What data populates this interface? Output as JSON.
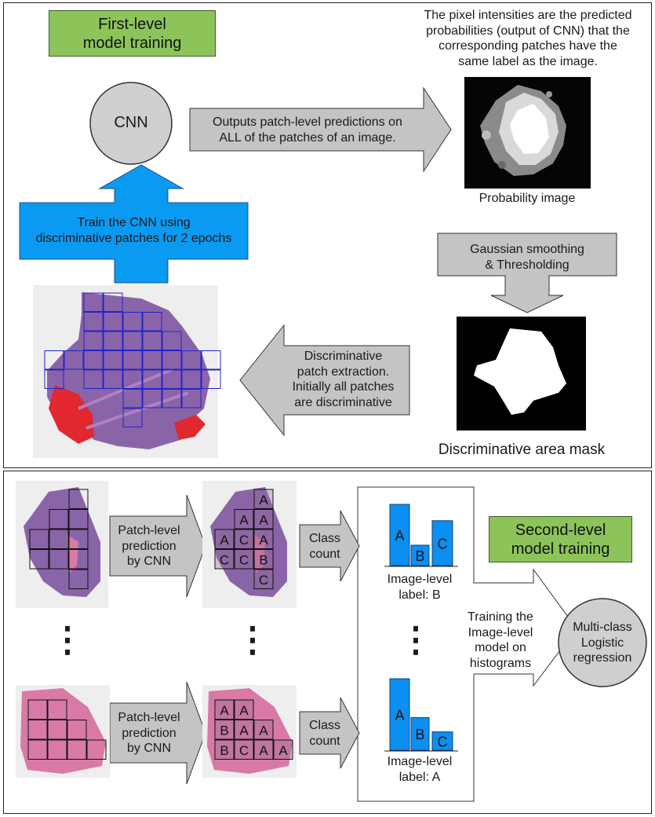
{
  "top": {
    "title": "First-level\nmodel training",
    "cnn": "CNN",
    "probability_note": "The pixel intensities are the predicted\nprobabilities (output of CNN) that the\ncorresponding patches have the\nsame label as the image.",
    "arrow_outputs": "Outputs patch-level predictions on\nALL of the patches of an image.",
    "probability_caption": "Probability image",
    "arrow_train": "Train the CNN using\ndiscriminative patches for 2 epochs",
    "arrow_smoothing": "Gaussian smoothing\n& Thresholding",
    "arrow_extraction": "Discriminative\npatch extraction.\nInitially all patches\nare discriminative",
    "mask_caption": "Discriminative area mask"
  },
  "bottom": {
    "title": "Second-level\nmodel training",
    "arrow_predict_1": "Patch-level\nprediction\nby CNN",
    "arrow_predict_2": "Patch-level\nprediction\nby CNN",
    "arrow_count_1": "Class\ncount",
    "arrow_count_2": "Class\ncount",
    "ellipsis": "⋮",
    "patches_1": [
      "A",
      "A",
      "A",
      "A",
      "C",
      "A",
      "C",
      "C",
      "B",
      "C"
    ],
    "patches_2": [
      "A",
      "A",
      "B",
      "A",
      "A",
      "B",
      "C",
      "A",
      "A"
    ],
    "hist_1": {
      "labels": [
        "A",
        "B",
        "C"
      ],
      "values": [
        3,
        1,
        2.2
      ],
      "caption": "Image-level\nlabel: B"
    },
    "hist_2": {
      "labels": [
        "A",
        "B",
        "C"
      ],
      "values": [
        3.5,
        1.6,
        0.9
      ],
      "caption": "Image-level\nlabel: A"
    },
    "training_text": "Training the\nImage-level\nmodel on\nhistograms",
    "logistic": "Multi-class\nLogistic\nregression"
  },
  "colors": {
    "green": "#8dc45a",
    "blue_arrow": "#0b9af2",
    "gray_arrow": "#c4c4c4",
    "histogram_bar": "#0b8ff0",
    "tissue_purple": "#8a64a8",
    "tissue_pink": "#d97aa6",
    "tissue_red": "#e0282e",
    "patch_outline": "#2222cc"
  }
}
